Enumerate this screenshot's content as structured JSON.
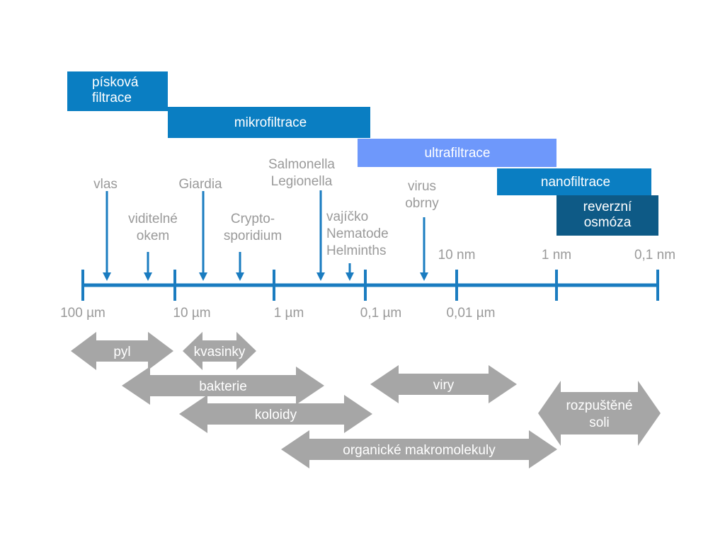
{
  "colors": {
    "blue": "#0a7ec2",
    "dark_blue": "#0e5a86",
    "light_blue": "#6e98fb",
    "axis": "#1a7cc0",
    "gray_text": "#9a9a9a",
    "gray_arrow": "#a6a6a6"
  },
  "bands": [
    {
      "id": "piskova",
      "lines": [
        "písková",
        "filtrace"
      ],
      "color": "#0a7ec2"
    },
    {
      "id": "mikro",
      "lines": [
        "mikrofiltrace"
      ],
      "color": "#0a7ec2"
    },
    {
      "id": "ultra",
      "lines": [
        "ultrafiltrace"
      ],
      "color": "#6e98fb"
    },
    {
      "id": "nano",
      "lines": [
        "nanofiltrace"
      ],
      "color": "#0a7ec2"
    },
    {
      "id": "reverzni",
      "lines": [
        "reverzní",
        "osmóza"
      ],
      "color": "#0e5a86"
    }
  ],
  "organisms": [
    {
      "id": "vlas",
      "lines": [
        "vlas"
      ]
    },
    {
      "id": "viditelne",
      "lines": [
        "viditelné",
        "okem"
      ]
    },
    {
      "id": "giardia",
      "lines": [
        "Giardia"
      ]
    },
    {
      "id": "crypto",
      "lines": [
        "Crypto-",
        "sporidium"
      ]
    },
    {
      "id": "salmonella",
      "lines": [
        "Salmonella",
        "Legionella"
      ]
    },
    {
      "id": "vajicko",
      "lines": [
        "vajíčko",
        "Nematode",
        "Helminths"
      ]
    },
    {
      "id": "virus",
      "lines": [
        "virus",
        "obrny"
      ]
    }
  ],
  "ticks_bottom": [
    "100 µm",
    "10 µm",
    "1 µm",
    "0,1 µm",
    "0,01 µm"
  ],
  "ticks_top": [
    "10 nm",
    "1 nm",
    "0,1 nm"
  ],
  "size_ranges": [
    {
      "id": "pyl",
      "label": "pyl"
    },
    {
      "id": "kvasinky",
      "label": "kvasinky"
    },
    {
      "id": "bakterie",
      "label": "bakterie"
    },
    {
      "id": "viry",
      "label": "viry"
    },
    {
      "id": "koloidy",
      "label": "koloidy"
    },
    {
      "id": "organicke",
      "label": "organické makromolekuly"
    },
    {
      "id": "soli",
      "lines": [
        "rozpuštěné",
        "soli"
      ]
    }
  ]
}
